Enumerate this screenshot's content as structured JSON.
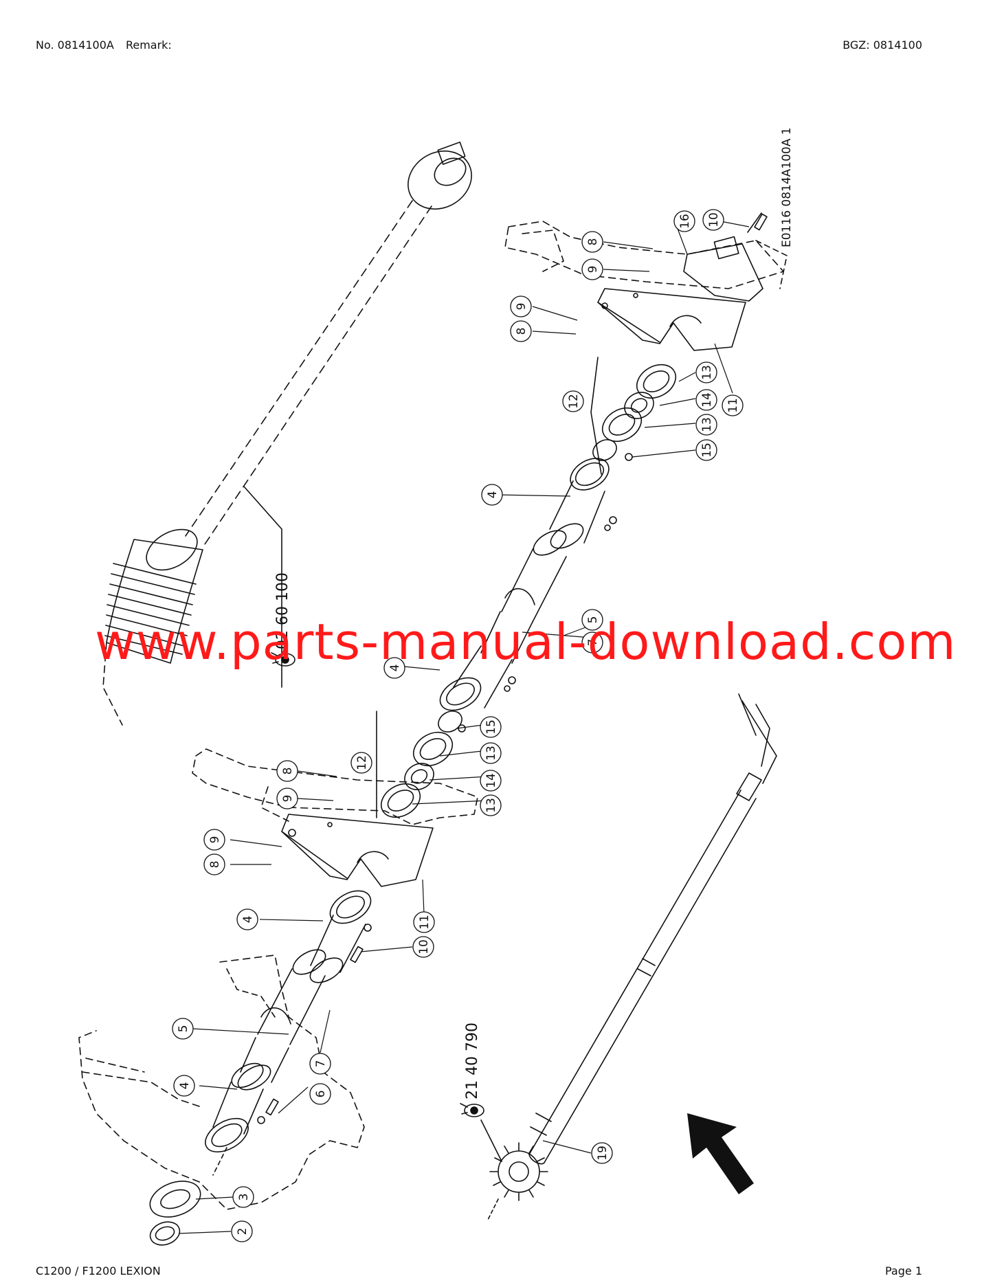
{
  "header": {
    "doc_no": "No. 0814100A",
    "remark_label": "Remark:",
    "bgz": "BGZ: 0814100"
  },
  "footer": {
    "model": "C1200 / F1200 LEXION",
    "page": "Page 1"
  },
  "drawing": {
    "drawing_code": "E0116 0814A100A 1",
    "ref_upper": "02 60 100",
    "ref_lower": "21 40 790",
    "callouts": [
      "16",
      "10",
      "8",
      "9",
      "9",
      "8",
      "11",
      "13",
      "12",
      "14",
      "13",
      "15",
      "4",
      "5",
      "7",
      "4",
      "15",
      "13",
      "12",
      "14",
      "13",
      "8",
      "9",
      "9",
      "8",
      "11",
      "4",
      "10",
      "5",
      "7",
      "4",
      "6",
      "3",
      "2",
      "19"
    ]
  },
  "watermark": "www.parts-manual-download.com"
}
